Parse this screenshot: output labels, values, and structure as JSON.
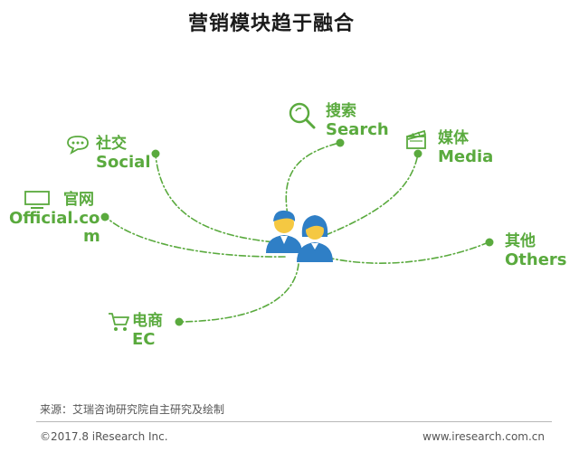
{
  "title": "营销模块趋于融合",
  "nodes": {
    "social": {
      "cn": "社交",
      "en": "Social",
      "icon": "chat-bubble-icon"
    },
    "search": {
      "cn": "搜索",
      "en": "Search",
      "icon": "magnifier-icon"
    },
    "media": {
      "cn": "媒体",
      "en": "Media",
      "icon": "clapperboard-icon"
    },
    "official": {
      "cn": "官网",
      "en_line1": "Official.co",
      "en_line2": "m",
      "icon": "monitor-icon"
    },
    "others": {
      "cn": "其他",
      "en": "Others"
    },
    "ec": {
      "cn": "电商",
      "en": "EC",
      "icon": "shopping-cart-icon"
    }
  },
  "center_icon": "users-icon",
  "colors": {
    "green": "#5aaa3e",
    "blue": "#2f7fc6",
    "yellow": "#f5c842"
  },
  "footer": {
    "source": "来源：艾瑞咨询研究院自主研究及绘制",
    "copyright": "©2017.8 iResearch Inc.",
    "url": "www.iresearch.com.cn"
  }
}
